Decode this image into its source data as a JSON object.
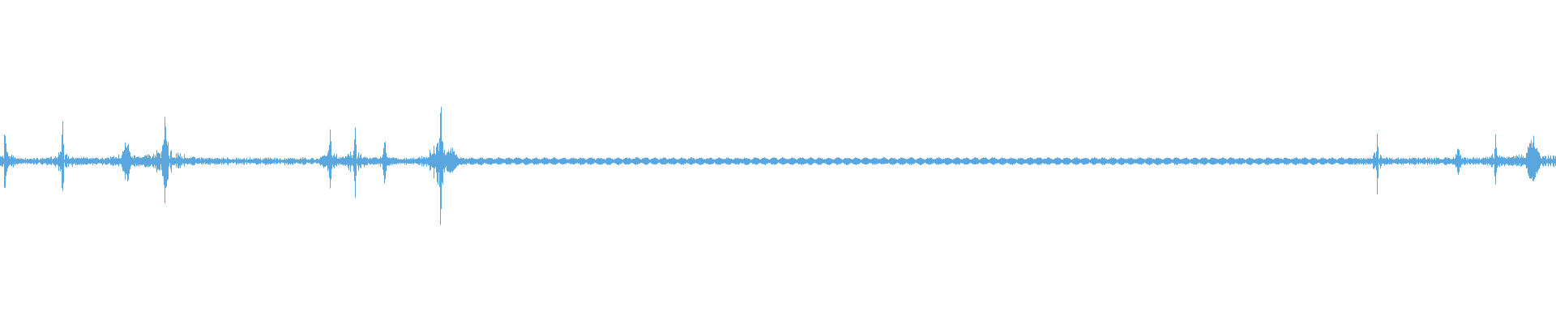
{
  "waveform": {
    "color": "#5aa7e0",
    "background": "#ffffff",
    "baseline_amplitude": 0.012,
    "tone_section": {
      "start": 0.3,
      "end": 0.87,
      "amplitude": 0.025
    },
    "events": [
      {
        "position": 0.003,
        "amplitude": 0.34,
        "width": 0.001
      },
      {
        "position": 0.04,
        "amplitude": 0.33,
        "width": 0.0012
      },
      {
        "position": 0.081,
        "amplitude": 0.18,
        "width": 0.004
      },
      {
        "position": 0.106,
        "amplitude": 0.33,
        "width": 0.003
      },
      {
        "position": 0.212,
        "amplitude": 0.32,
        "width": 0.001
      },
      {
        "position": 0.228,
        "amplitude": 0.35,
        "width": 0.0012
      },
      {
        "position": 0.247,
        "amplitude": 0.17,
        "width": 0.002
      },
      {
        "position": 0.283,
        "amplitude": 0.7,
        "width": 0.0012
      },
      {
        "position": 0.29,
        "amplitude": 0.1,
        "width": 0.006
      },
      {
        "position": 0.885,
        "amplitude": 0.28,
        "width": 0.001
      },
      {
        "position": 0.937,
        "amplitude": 0.1,
        "width": 0.003
      },
      {
        "position": 0.961,
        "amplitude": 0.22,
        "width": 0.0012
      },
      {
        "position": 0.985,
        "amplitude": 0.2,
        "width": 0.006
      }
    ]
  }
}
